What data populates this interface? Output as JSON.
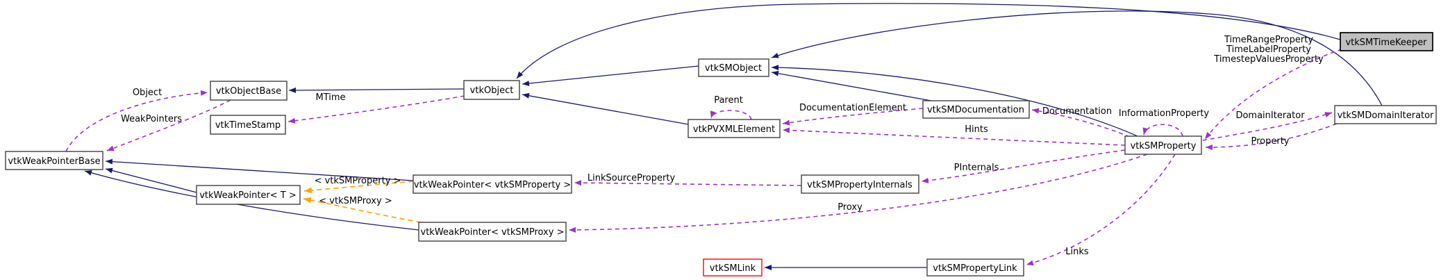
{
  "diagram": {
    "type": "class-collaboration-graph",
    "main_class": "vtkSMTimeKeeper",
    "colors": {
      "background": "#ffffff",
      "inheritance_edge": "#191970",
      "usage_edge": "#9a32cd",
      "template_edge": "#ffa500",
      "node_border": "#404040",
      "main_node_fill": "#bfbfbf",
      "truncated_node_border": "#ff0000",
      "text": "#000000"
    },
    "nodes": [
      {
        "id": "vtkWeakPointerBase",
        "label": "vtkWeakPointerBase"
      },
      {
        "id": "vtkObjectBase",
        "label": "vtkObjectBase"
      },
      {
        "id": "vtkTimeStamp",
        "label": "vtkTimeStamp"
      },
      {
        "id": "vtkObject",
        "label": "vtkObject"
      },
      {
        "id": "vtkSMObject",
        "label": "vtkSMObject"
      },
      {
        "id": "vtkPVXMLElement",
        "label": "vtkPVXMLElement"
      },
      {
        "id": "vtkSMDocumentation",
        "label": "vtkSMDocumentation"
      },
      {
        "id": "vtkSMProperty",
        "label": "vtkSMProperty"
      },
      {
        "id": "vtkSMDomainIterator",
        "label": "vtkSMDomainIterator"
      },
      {
        "id": "vtkSMTimeKeeper",
        "label": "vtkSMTimeKeeper"
      },
      {
        "id": "vtkWeakPointerT",
        "label": "vtkWeakPointer< T >"
      },
      {
        "id": "vtkWeakPointerSMProperty",
        "label": "vtkWeakPointer< vtkSMProperty >"
      },
      {
        "id": "vtkWeakPointerSMProxy",
        "label": "vtkWeakPointer< vtkSMProxy >"
      },
      {
        "id": "vtkSMPropertyInternals",
        "label": "vtkSMPropertyInternals"
      },
      {
        "id": "vtkSMLink",
        "label": "vtkSMLink"
      },
      {
        "id": "vtkSMPropertyLink",
        "label": "vtkSMPropertyLink"
      }
    ],
    "edge_labels": {
      "object": "Object",
      "weak_pointers": "WeakPointers",
      "mtime": "MTime",
      "parent": "Parent",
      "documentation_element": "DocumentationElement",
      "documentation": "Documentation",
      "information_property": "InformationProperty",
      "hints": "Hints",
      "pinternals": "PInternals",
      "link_source_property": "LinkSourceProperty",
      "proxy": "Proxy",
      "links": "Links",
      "time_range_property": "TimeRangeProperty",
      "time_label_property": "TimeLabelProperty",
      "timestep_values_property": "TimestepValuesProperty",
      "domain_iterator": "DomainIterator",
      "property": "Property",
      "tpl_sm_property": "< vtkSMProperty >",
      "tpl_sm_proxy": "< vtkSMProxy >"
    },
    "edges": [
      {
        "from": "vtkObject",
        "to": "vtkObjectBase",
        "kind": "inheritance"
      },
      {
        "from": "vtkSMObject",
        "to": "vtkObject",
        "kind": "inheritance"
      },
      {
        "from": "vtkPVXMLElement",
        "to": "vtkObject",
        "kind": "inheritance"
      },
      {
        "from": "vtkSMTimeKeeper",
        "to": "vtkObject",
        "kind": "inheritance"
      },
      {
        "from": "vtkSMDomainIterator",
        "to": "vtkSMObject",
        "kind": "inheritance"
      },
      {
        "from": "vtkSMProperty",
        "to": "vtkSMObject",
        "kind": "inheritance"
      },
      {
        "from": "vtkSMDocumentation",
        "to": "vtkSMObject",
        "kind": "inheritance"
      },
      {
        "from": "vtkSMPropertyLink",
        "to": "vtkSMLink",
        "kind": "inheritance"
      },
      {
        "from": "vtkWeakPointerT",
        "to": "vtkWeakPointerBase",
        "kind": "inheritance"
      },
      {
        "from": "vtkWeakPointerSMProperty",
        "to": "vtkWeakPointerBase",
        "kind": "inheritance"
      },
      {
        "from": "vtkWeakPointerSMProxy",
        "to": "vtkWeakPointerBase",
        "kind": "inheritance"
      },
      {
        "from": "vtkWeakPointerBase",
        "to": "vtkObjectBase",
        "kind": "usage",
        "label": "Object"
      },
      {
        "from": "vtkObjectBase",
        "to": "vtkWeakPointerBase",
        "kind": "usage",
        "label": "WeakPointers"
      },
      {
        "from": "vtkObject",
        "to": "vtkTimeStamp",
        "kind": "usage",
        "label": "MTime"
      },
      {
        "from": "vtkPVXMLElement",
        "to": "vtkPVXMLElement",
        "kind": "usage",
        "label": "Parent"
      },
      {
        "from": "vtkSMDocumentation",
        "to": "vtkPVXMLElement",
        "kind": "usage",
        "label": "DocumentationElement"
      },
      {
        "from": "vtkSMProperty",
        "to": "vtkSMDocumentation",
        "kind": "usage",
        "label": "Documentation"
      },
      {
        "from": "vtkSMProperty",
        "to": "vtkSMProperty",
        "kind": "usage",
        "label": "InformationProperty"
      },
      {
        "from": "vtkSMProperty",
        "to": "vtkPVXMLElement",
        "kind": "usage",
        "label": "Hints"
      },
      {
        "from": "vtkSMProperty",
        "to": "vtkSMPropertyInternals",
        "kind": "usage",
        "label": "PInternals"
      },
      {
        "from": "vtkSMPropertyInternals",
        "to": "vtkWeakPointerSMProperty",
        "kind": "usage",
        "label": "LinkSourceProperty"
      },
      {
        "from": "vtkSMProperty",
        "to": "vtkWeakPointerSMProxy",
        "kind": "usage",
        "label": "Proxy"
      },
      {
        "from": "vtkSMProperty",
        "to": "vtkSMPropertyLink",
        "kind": "usage",
        "label": "Links"
      },
      {
        "from": "vtkSMTimeKeeper",
        "to": "vtkSMProperty",
        "kind": "usage",
        "label": "TimeRangeProperty TimeLabelProperty TimestepValuesProperty"
      },
      {
        "from": "vtkSMProperty",
        "to": "vtkSMDomainIterator",
        "kind": "usage",
        "label": "DomainIterator"
      },
      {
        "from": "vtkSMDomainIterator",
        "to": "vtkSMProperty",
        "kind": "usage",
        "label": "Property"
      },
      {
        "from": "vtkWeakPointerSMProperty",
        "to": "vtkWeakPointerT",
        "kind": "template",
        "label": "< vtkSMProperty >"
      },
      {
        "from": "vtkWeakPointerSMProxy",
        "to": "vtkWeakPointerT",
        "kind": "template",
        "label": "< vtkSMProxy >"
      }
    ]
  }
}
